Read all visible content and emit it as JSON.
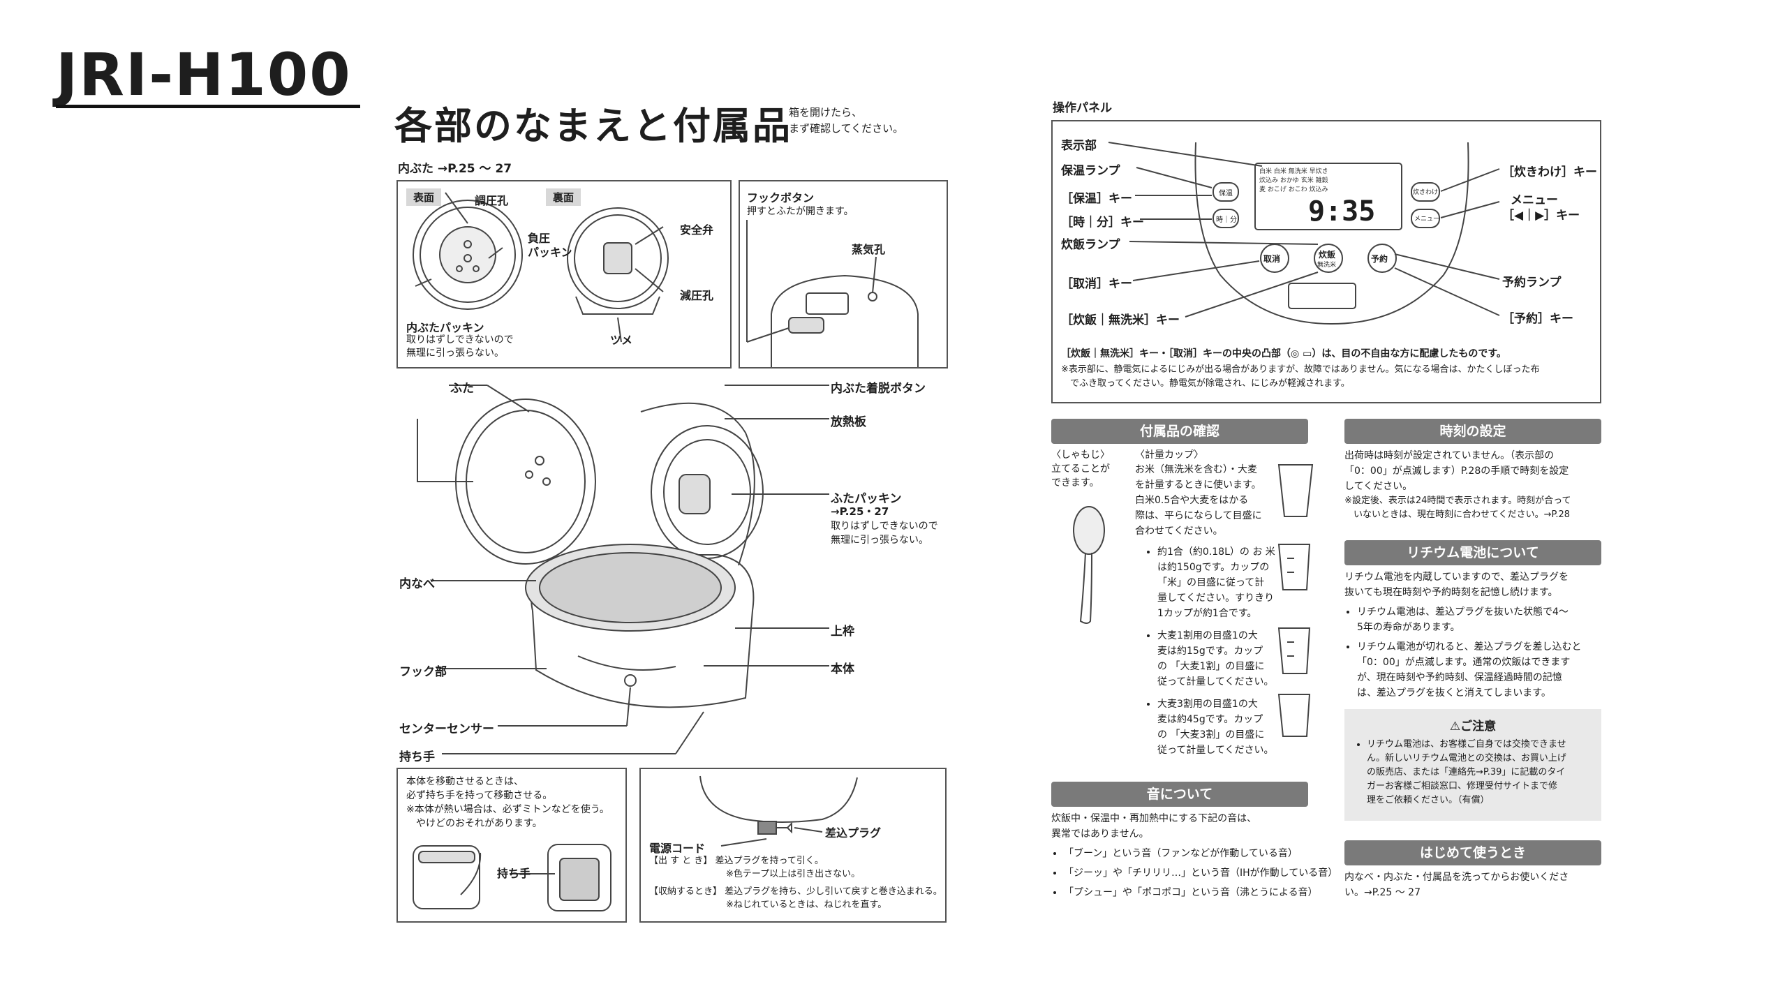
{
  "model": "JRI-H100",
  "title": "各部のなまえと付属品",
  "title_note": [
    "箱を開けたら、",
    "まず確認してください。"
  ],
  "innerlid": {
    "heading": "内ぶた →P.25 ～ 27",
    "tag_front": "表面",
    "tag_back": "裏面",
    "label_pressure_hole": "調圧孔",
    "label_negative_packing": "負圧\nパッキン",
    "label_safety_valve": "安全弁",
    "label_decompress_hole": "減圧孔",
    "label_claw": "ツメ",
    "label_innerlid_packing": "内ぶたパッキン",
    "note_innerlid_packing": "取りはずしできないので\n無理に引っ張らない。"
  },
  "hook": {
    "label_hook_button": "フックボタン",
    "note_hook_button": "押すとふたが開きます。",
    "label_steam_hole": "蒸気孔"
  },
  "main_labels": {
    "lid": "ふた",
    "innerlid_release": "内ぶた着脱ボタン",
    "heat_plate": "放熱板",
    "lid_packing": "ふたパッキン",
    "lid_packing_ref": "→P.25・27",
    "lid_packing_note": "取りはずしできないので\n無理に引っ張らない。",
    "inner_pot": "内なべ",
    "upper_frame": "上枠",
    "hook_part": "フック部",
    "body": "本体",
    "center_sensor": "センターセンサー",
    "handle": "持ち手"
  },
  "move_box": {
    "text": "本体を移動させるときは、\n必ず持ち手を持って移動させる。\n※本体が熱い場合は、必ずミトンなどを使う。\n　やけどのおそれがあります。",
    "label_handle": "持ち手"
  },
  "cord_box": {
    "label_plug": "差込プラグ",
    "label_cord": "電源コード",
    "pull_key": "【出 す と き】",
    "pull_text": "差込プラグを持って引く。",
    "pull_note": "※色テープ以上は引き出さない。",
    "store_key": "【収納するとき】",
    "store_text": "差込プラグを持ち、少し引いて戻すと巻き込まれる。",
    "store_note": "※ねじれているときは、ねじれを直す。"
  },
  "panel": {
    "heading": "操作パネル",
    "left_labels": [
      "表示部",
      "保温ランプ",
      "［保温］キー",
      "［時｜分］キー",
      "炊飯ランプ",
      "［取消］キー",
      "［炊飯｜無洗米］キー"
    ],
    "right_labels": [
      "［炊きわけ］キー",
      "メニュー",
      "［◀｜▶］キー",
      "予約ランプ",
      "［予約］キー"
    ],
    "display_time": "9:35",
    "display_menu": [
      "白米",
      "白米",
      "無洗米",
      "早炊き",
      "炊込み",
      "おかゆ",
      "玄米",
      "雑穀",
      "麦",
      "おこげ",
      "おこわ",
      "炊込み"
    ],
    "btn_keep": "保温",
    "btn_time": "時｜分",
    "btn_cancel": "取消",
    "btn_cook": "炊飯",
    "btn_cook_sub": "無洗米",
    "btn_reserve": "予約",
    "btn_select": "炊きわけ",
    "btn_menu": "メニュー",
    "note_bold": "［炊飯｜無洗米］キー・［取消］キーの中央の凸部（◎ ▭）は、目の不自由な方に配慮したものです。",
    "note_small": "※表示部に、静電気によるにじみが出る場合がありますが、故障ではありません。気になる場合は、かたくしぼった布\n　でふき取ってください。静電気が除電され、にじみが軽減されます。"
  },
  "accessories": {
    "bar": "付属品の確認",
    "spatula_name": "〈しゃもじ〉",
    "spatula_text": "立てることが\nできます。",
    "cup_name": "〈計量カップ〉",
    "cup_text": "お米（無洗米を含む）・大麦\nを計量するときに使います。\n白米0.5合や大麦をはかる\n際は、平らにならして目盛に\n合わせてください。",
    "cup_items": [
      "約1合（約0.18L）の お 米\nは約150gです。カップの\n「米」の目盛に従って計\n量してください。すりきり\n1カップが約1合です。",
      "大麦1割用の目盛1の大\n麦は約15gです。カップ\nの 「大麦1割」の目盛に\n従って計量してください。",
      "大麦3割用の目盛1の大\n麦は約45gです。カップ\nの 「大麦3割」の目盛に\n従って計量してください。"
    ]
  },
  "sound": {
    "bar": "音について",
    "text": "炊飯中・保温中・再加熱中にする下記の音は、\n異常ではありません。",
    "items": [
      "「ブーン」という音（ファンなどが作動している音）",
      "「ジーッ」や「チリリリ…」という音（IHが作動している音）",
      "「プシュー」や「ポコポコ」という音（沸とうによる音）"
    ]
  },
  "clock": {
    "bar": "時刻の設定",
    "text": "出荷時は時刻が設定されていません。（表示部の\n「0：00」が点滅します）P.28の手順で時刻を設定\nしてください。",
    "note": "※設定後、表示は24時間で表示されます。時刻が合って\n　いないときは、現在時刻に合わせてください。→P.28"
  },
  "battery": {
    "bar": "リチウム電池について",
    "text": "リチウム電池を内蔵していますので、差込プラグを\n抜いても現在時刻や予約時刻を記憶し続けます。",
    "items": [
      "リチウム電池は、差込プラグを抜いた状態で4～\n5年の寿命があります。",
      "リチウム電池が切れると、差込プラグを差し込むと\n「0：00」が点滅します。通常の炊飯はできます\nが、現在時刻や予約時刻、保温経過時間の記憶\nは、差込プラグを抜くと消えてしまいます。"
    ],
    "caution_title": "⚠ご注意",
    "caution_text": "リチウム電池は、お客様ご自身では交換できませ\nん。新しいリチウム電池との交換は、お買い上げ\nの販売店、または「連絡先→P.39」に記載のタイ\nガーお客様ご相談窓口、修理受付サイトまで修\n理をご依頼ください。（有償）"
  },
  "first_use": {
    "bar": "はじめて使うとき",
    "text": "内なべ・内ぶた・付属品を洗ってからお使いくださ\nい。→P.25 ～ 27"
  }
}
